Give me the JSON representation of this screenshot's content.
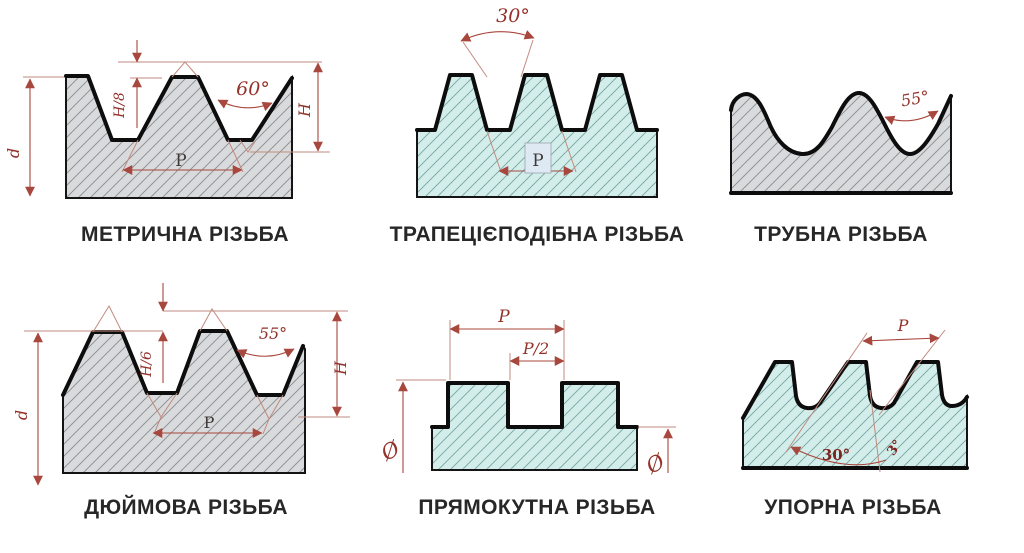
{
  "figure": {
    "background": "#ffffff"
  },
  "colors": {
    "outline": "#0d0d0d",
    "gray_fill": "#d9dadc",
    "gray_hatch": "#8a8c92",
    "cyan_fill": "#d2edea",
    "cyan_hatch": "#79a7a3",
    "dimension_line": "#a8473d",
    "extension_line": "#c28a7f",
    "label_red": "#93322b",
    "label_dark": "#3f3a38",
    "title_text": "#272727"
  },
  "diagrams": [
    {
      "id": "metric",
      "title": "МЕТРИЧНА РІЗЬБА",
      "labels": {
        "angle": "60°",
        "pitch": "P",
        "height": "H",
        "diameter": "d",
        "crest_flat": "H/8"
      }
    },
    {
      "id": "trapezoidal",
      "title": "ТРАПЕЦІЄПОДІБНА РІЗЬБА",
      "labels": {
        "angle": "30°",
        "pitch": "P"
      }
    },
    {
      "id": "pipe",
      "title": "ТРУБНА РІЗЬБА",
      "labels": {
        "angle": "55°"
      }
    },
    {
      "id": "inch",
      "title": "ДЮЙМОВА РІЗЬБА",
      "labels": {
        "angle": "55°",
        "pitch": "P",
        "height": "H",
        "diameter": "d",
        "crest_flat": "H/6"
      }
    },
    {
      "id": "rectangular",
      "title": "ПРЯМОКУТНА РІЗЬБА",
      "labels": {
        "pitch": "P",
        "half_pitch": "P/2",
        "diameter_major": "Ø",
        "diameter_minor": "Ø"
      }
    },
    {
      "id": "buttress",
      "title": "УПОРНА РІЗЬБА",
      "labels": {
        "pitch": "P",
        "flank_angle": "30°",
        "steep_angle": "3°"
      }
    }
  ]
}
